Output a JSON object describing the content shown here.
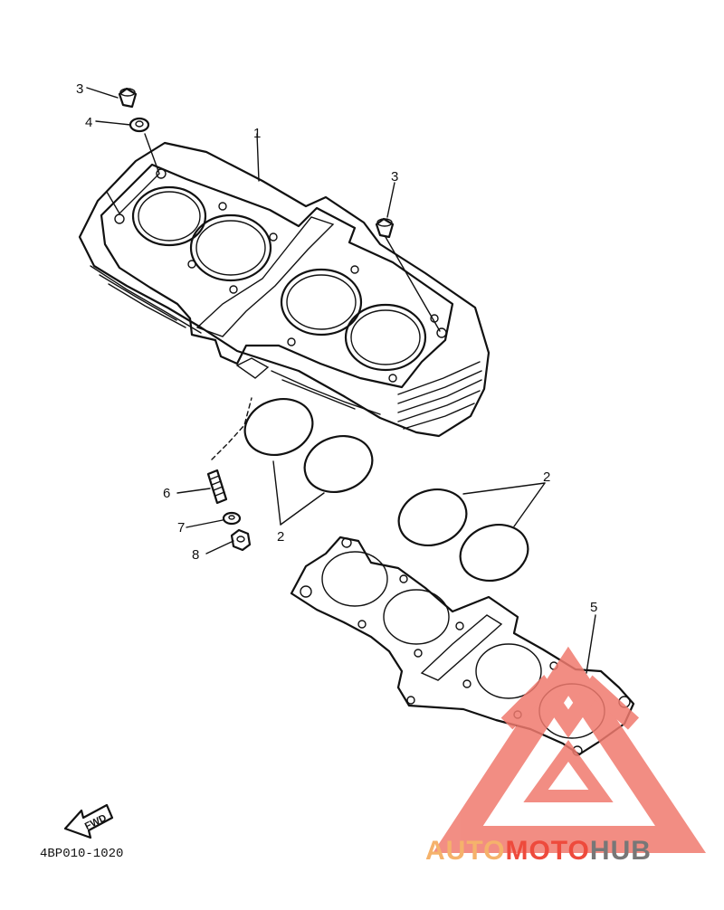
{
  "diagram": {
    "callouts": {
      "dowel_left": "3",
      "washer": "4",
      "cylinder": "1",
      "dowel_right": "3",
      "orings_left": "2",
      "orings_right": "2",
      "stud": "6",
      "washer_small": "7",
      "nut": "8",
      "gasket": "5"
    },
    "fwd_label": "FWD",
    "reference_code": "4BP010-1020"
  },
  "watermark": {
    "part1": "AUTO",
    "part2": "MOTO",
    "part3": "HUB",
    "color_orange": "#F5B26B",
    "color_red": "#EE4A3C",
    "color_gray": "#777777",
    "logo_color": "#F07A6E"
  }
}
